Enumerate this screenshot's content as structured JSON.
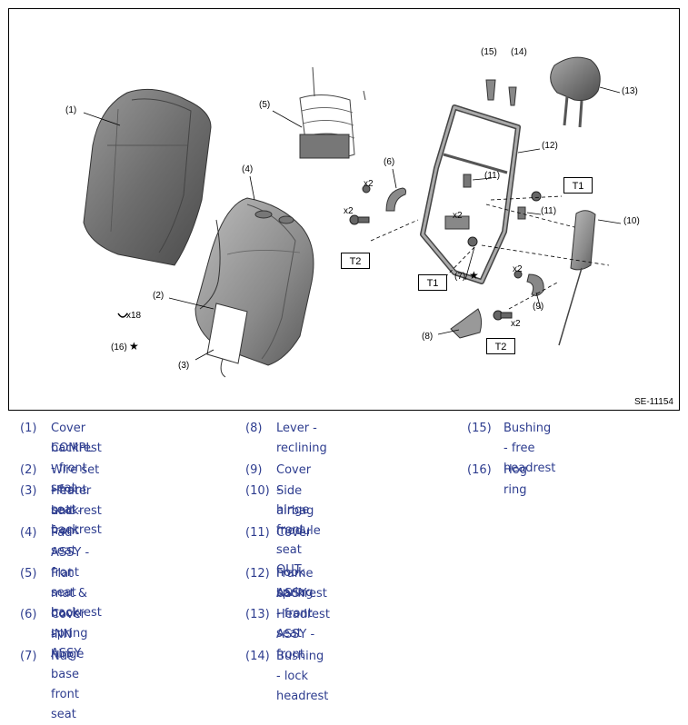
{
  "figure": {
    "id_label": "SE-11154",
    "callouts": {
      "c1": "(1)",
      "c2": "(2)",
      "c3": "(3)",
      "c4": "(4)",
      "c5": "(5)",
      "c6": "(6)",
      "c7": "(7)",
      "c8": "(8)",
      "c9": "(9)",
      "c10": "(10)",
      "c11a": "(11)",
      "c11b": "(11)",
      "c12": "(12)",
      "c13": "(13)",
      "c14": "(14)",
      "c15": "(15)",
      "c16": "(16)"
    },
    "quantities": {
      "q_hog": "x18",
      "q_t2a": "x2",
      "q_t2b": "x2",
      "q_t1": "x2",
      "q_hinge": "x2",
      "q_bolt": "x2"
    },
    "star": "★",
    "torque": {
      "t1a": "T1",
      "t1b": "T1",
      "t2a": "T2",
      "t2b": "T2"
    }
  },
  "legend": {
    "col1": [
      {
        "num": "(1)",
        "lines": [
          "Cover COMPL - front seat",
          "backrest"
        ]
      },
      {
        "num": "(2)",
        "lines": [
          "Wire set - front seat backrest"
        ]
      },
      {
        "num": "(3)",
        "lines": [
          "Heater unit - front seat",
          "backrest"
        ]
      },
      {
        "num": "(4)",
        "lines": [
          "Pad ASSY - front seat backrest"
        ]
      },
      {
        "num": "(5)",
        "lines": [
          "Flat mat & hook spring ASSY"
        ]
      },
      {
        "num": "(6)",
        "lines": [
          "Cover - hinge base front seat",
          "INN"
        ]
      },
      {
        "num": "(7)",
        "lines": [
          "Nut"
        ]
      }
    ],
    "col2": [
      {
        "num": "(8)",
        "lines": [
          "Lever - reclining"
        ]
      },
      {
        "num": "(9)",
        "lines": [
          "Cover - hinge front seat OUT"
        ]
      },
      {
        "num": "(10)",
        "lines": [
          "Side airbag module"
        ]
      },
      {
        "num": "(11)",
        "lines": [
          "Cover - hook spring"
        ]
      },
      {
        "num": "(12)",
        "lines": [
          "Frame ASSY - front seat",
          "backrest"
        ]
      },
      {
        "num": "(13)",
        "lines": [
          "Headrest ASSY - front"
        ]
      },
      {
        "num": "(14)",
        "lines": [
          "Bushing - lock headrest"
        ]
      }
    ],
    "col3": [
      {
        "num": "(15)",
        "lines": [
          "Bushing - free headrest"
        ]
      },
      {
        "num": "(16)",
        "lines": [
          "Hog ring"
        ]
      }
    ]
  }
}
